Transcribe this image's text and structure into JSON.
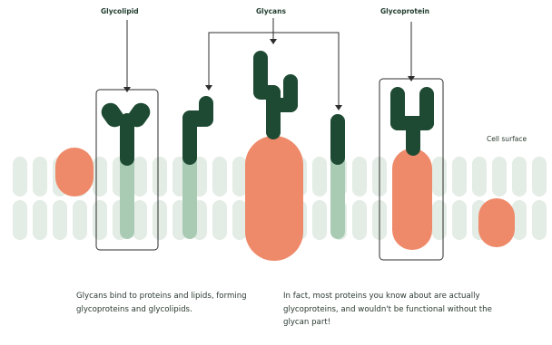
{
  "labels": {
    "glycolipid": "Glycolipid",
    "glycans": "Glycans",
    "glycoprotein": "Glycoprotein",
    "cell_surface": "Cell surface"
  },
  "captions": {
    "left": "Glycans bind to proteins and lipids, forming glycoproteins and glycolipids.",
    "right": "In fact, most proteins you know about are actually glycoproteins, and wouldn't be functional without the glycan part!"
  },
  "colors": {
    "membrane": "#e3ece5",
    "lipid_tail": "#a9cbb4",
    "glycan": "#1e4a33",
    "protein": "#ee8a6a",
    "frame": "#2d2d2d"
  }
}
